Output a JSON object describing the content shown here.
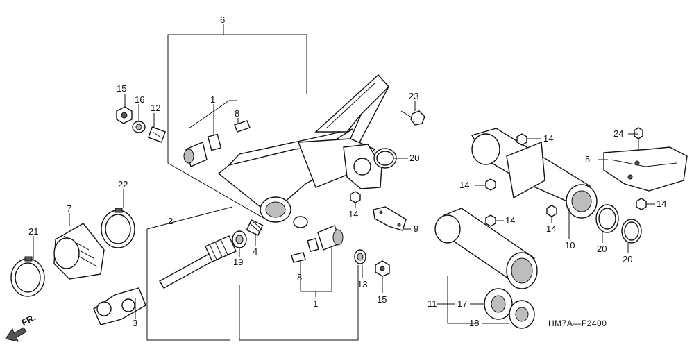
{
  "diagram": {
    "code": "HM7A—F2400",
    "direction": "FR.",
    "callouts": [
      "1",
      "1",
      "2",
      "3",
      "4",
      "5",
      "6",
      "7",
      "8",
      "8",
      "9",
      "10",
      "11",
      "12",
      "13",
      "14",
      "14",
      "14",
      "14",
      "14",
      "14",
      "15",
      "15",
      "16",
      "17",
      "18",
      "19",
      "20",
      "20",
      "20",
      "21",
      "22",
      "23",
      "24"
    ]
  },
  "colors": {
    "line": "#111111",
    "shade": "#bdbdbd",
    "background": "#ffffff"
  }
}
